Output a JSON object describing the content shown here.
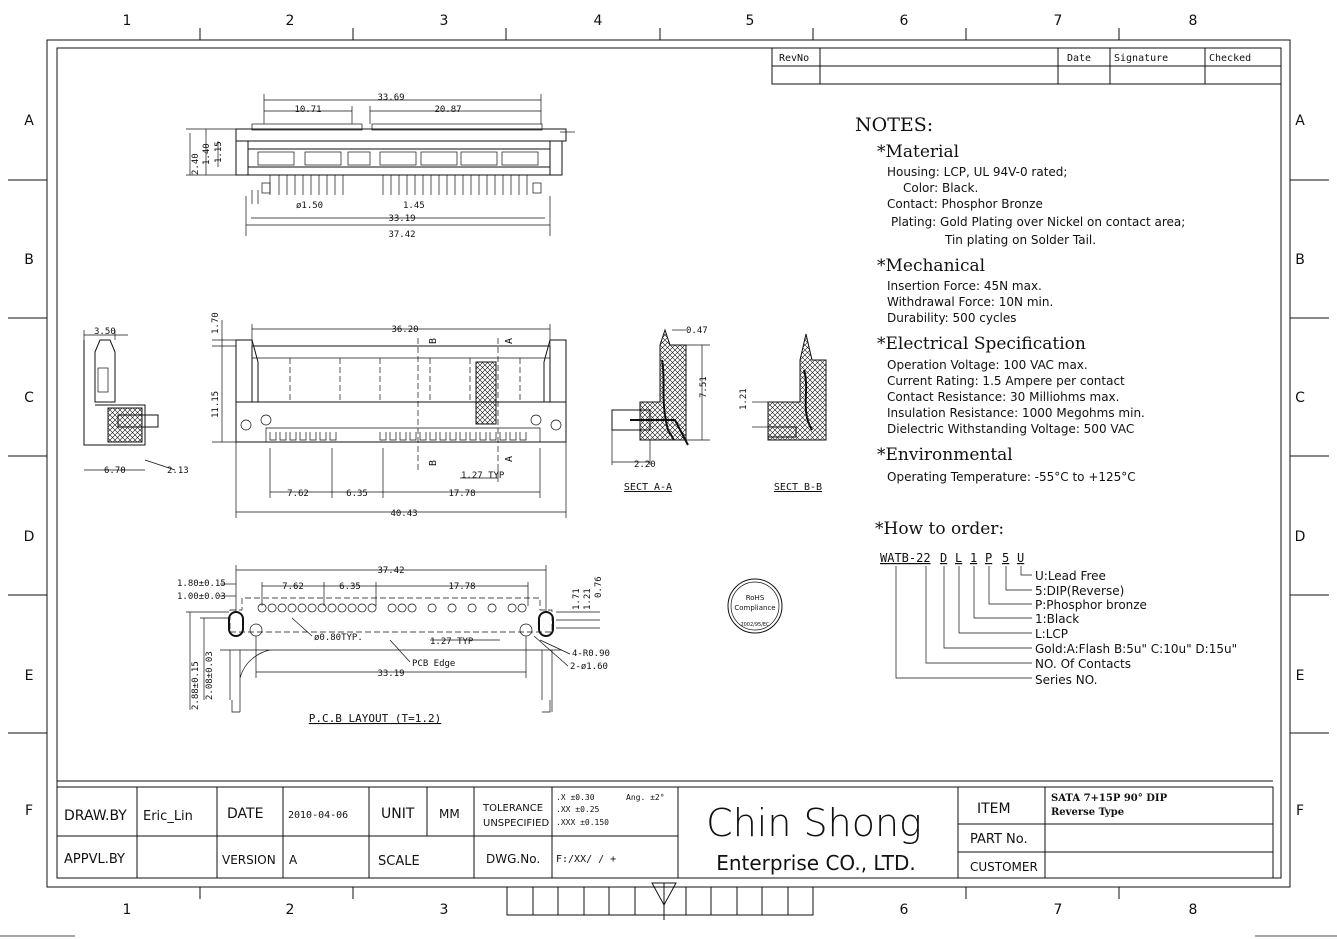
{
  "border": {
    "columns": [
      "1",
      "2",
      "3",
      "4",
      "5",
      "6",
      "7",
      "8"
    ],
    "rows": [
      "A",
      "B",
      "C",
      "D",
      "E",
      "F"
    ]
  },
  "revision_block": {
    "revno": "RevNo",
    "date": "Date",
    "signature": "Signature",
    "checked": "Checked"
  },
  "notes": {
    "title": "NOTES:",
    "material": {
      "heading": "*Material",
      "lines": [
        "Housing: LCP, UL 94V-0 rated;",
        "Color: Black.",
        "Contact: Phosphor Bronze",
        "Plating: Gold Plating over Nickel on contact area;",
        "Tin plating on Solder Tail."
      ]
    },
    "mechanical": {
      "heading": "*Mechanical",
      "lines": [
        "Insertion Force: 45N max.",
        "Withdrawal Force: 10N min.",
        "Durability: 500 cycles"
      ]
    },
    "electrical": {
      "heading": "*Electrical Specification",
      "lines": [
        "Operation Voltage: 100 VAC max.",
        "Current Rating: 1.5 Ampere per contact",
        "Contact Resistance: 30 Milliohms max.",
        "Insulation Resistance: 1000 Megohms min.",
        "Dielectric Withstanding Voltage: 500 VAC"
      ]
    },
    "environmental": {
      "heading": "*Environmental",
      "lines": [
        "Operating Temperature: -55°C to +125°C"
      ]
    }
  },
  "order": {
    "heading": "*How to order:",
    "code": [
      "WATB-22",
      "D",
      "L",
      "1",
      "P",
      "5",
      "U"
    ],
    "legend": [
      "U:Lead Free",
      "5:DIP(Reverse)",
      "P:Phosphor bronze",
      "1:Black",
      "L:LCP",
      "Gold:A:Flash B:5u\" C:10u\" D:15u\"",
      "NO. Of Contacts",
      "Series NO."
    ]
  },
  "dimensions": {
    "top": [
      "33.69",
      "10.71",
      "20.87",
      "2.40",
      "1.40",
      "1.15",
      "ø1.50",
      "1.45",
      "33.19",
      "37.42"
    ],
    "front": [
      "36.20",
      "1.70",
      "11.15",
      "1.27 TYP",
      "7.62",
      "6.35",
      "17.78",
      "40.43"
    ],
    "side": [
      "3.50",
      "6.70",
      "2.13"
    ],
    "section_a": [
      "0.47",
      "7.51",
      "2.20"
    ],
    "section_b": [
      "1.21"
    ],
    "section_markers": [
      "B",
      "A"
    ],
    "pcb": [
      "37.42",
      "1.80±0.15",
      "1.00±0.03",
      "7.62",
      "6.35",
      "17.78",
      "ø0.80TYP.",
      "1.27 TYP",
      "1.71",
      "1.21",
      "0.76",
      "4-R0.90",
      "2-ø1.60",
      "PCB Edge",
      "33.19",
      "2.88±0.15",
      "2.08±0.03"
    ]
  },
  "view_labels": {
    "sect_aa": "SECT A-A",
    "sect_bb": "SECT B-B",
    "pcb_layout": "P.C.B LAYOUT (T=1.2)"
  },
  "rohs": {
    "line1": "RoHS",
    "line2": "Compliance",
    "line3": "2002/95/EC"
  },
  "title_block": {
    "draw_by_label": "DRAW.BY",
    "draw_by": "Eric_Lin",
    "date_label": "DATE",
    "date": "2010-04-06",
    "unit_label": "UNIT",
    "unit": "MM",
    "tolerance_label1": "TOLERANCE",
    "tolerance_label2": "UNSPECIFIED",
    "tol_x": ".X ±0.30",
    "tol_xx": ".XX ±0.25",
    "tol_xxx": ".XXX ±0.150",
    "tol_ang": "Ang. ±2°",
    "appvl_label": "APPVL.BY",
    "version_label": "VERSION",
    "version": "A",
    "scale_label": "SCALE",
    "dwg_label": "DWG.No.",
    "dwg": "F:/XX/ / +",
    "company1": "Chin Shong",
    "company2": "Enterprise CO., LTD.",
    "item_label": "ITEM",
    "item1": "SATA 7+15P 90° DIP",
    "item2": "Reverse Type",
    "partno_label": "PART No.",
    "customer_label": "CUSTOMER"
  }
}
